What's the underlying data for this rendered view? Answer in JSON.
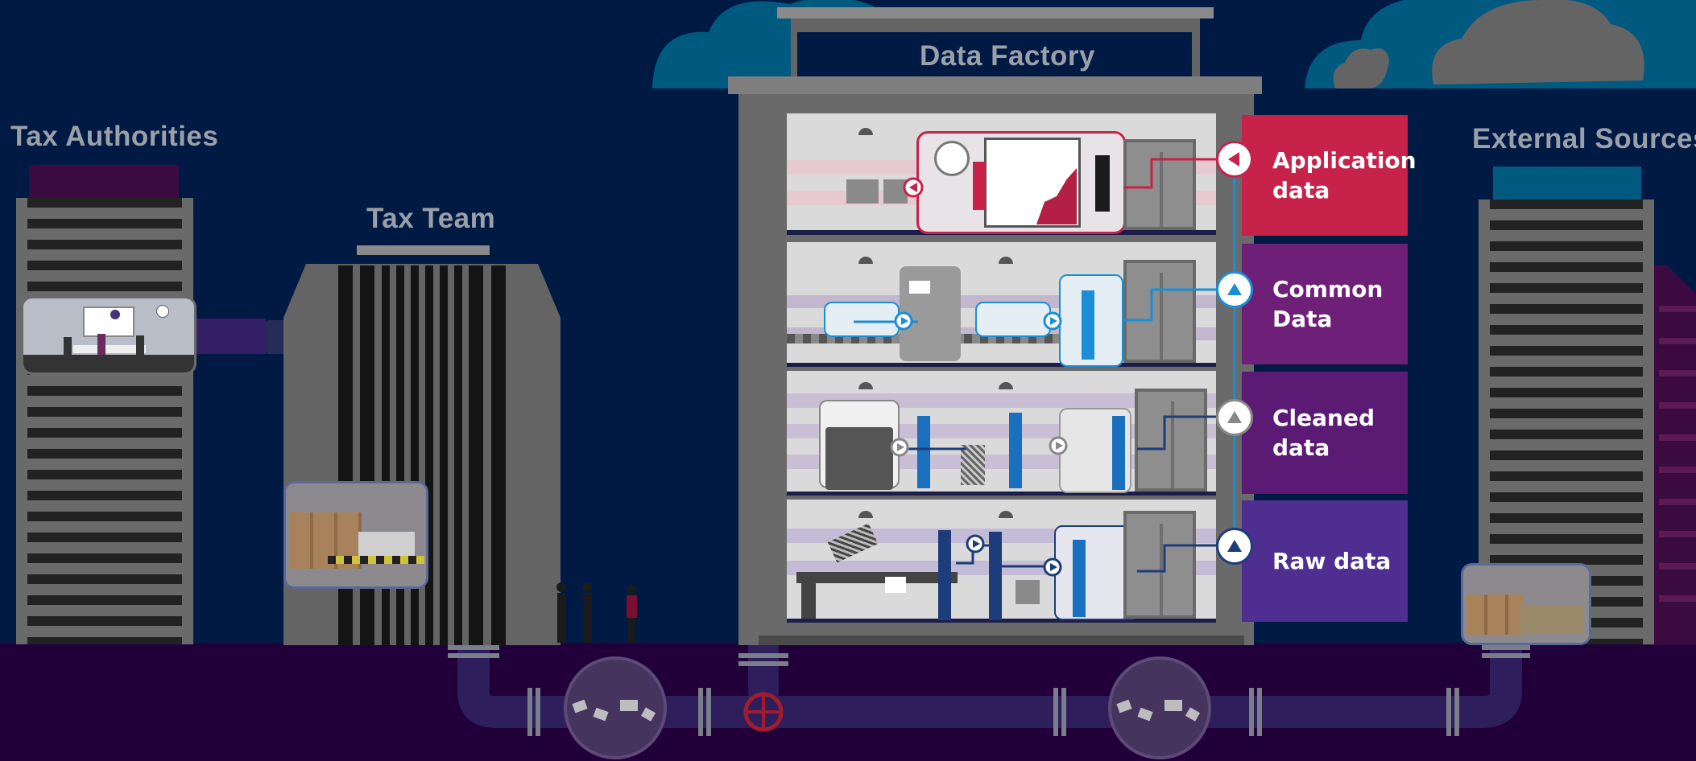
{
  "labels": {
    "factory": "Data Factory",
    "tax_authorities": "Tax Authorities",
    "tax_team": "Tax Team",
    "external_sources": "External Sources"
  },
  "floors": [
    {
      "label": "Application data",
      "color": "#c7224a",
      "badge_icon": "arrow-left-icon"
    },
    {
      "label": "Common Data",
      "color": "#6e1f78",
      "badge_icon": "arrow-up-icon"
    },
    {
      "label": "Cleaned data",
      "color": "#5b1a73",
      "badge_icon": "arrow-up-icon"
    },
    {
      "label": "Raw data",
      "color": "#4e2e90",
      "badge_icon": "arrow-up-icon"
    }
  ],
  "colors": {
    "sky": "#001a44",
    "ground": "#210039",
    "pipe": "#2e1e5c",
    "cloud_teal": "#005a80",
    "cloud_grey": "#646464",
    "building_grey": "#646464",
    "accent_blue": "#1a8fd6"
  }
}
